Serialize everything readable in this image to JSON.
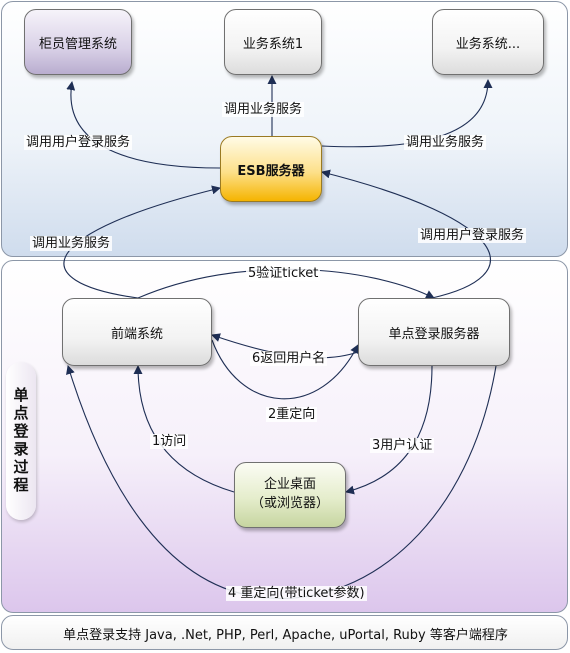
{
  "nodes": {
    "guiyuan": "柜员管理系统",
    "biz1": "业务系统1",
    "biz_more": "业务系统...",
    "esb": "ESB服务器",
    "frontend": "前端系统",
    "sso_server": "单点登录服务器",
    "desktop_line1": "企业桌面",
    "desktop_line2": "（或浏览器）"
  },
  "edges": {
    "call_login_left": "调用用户登录服务",
    "call_biz_center": "调用业务服务",
    "call_biz_right": "调用业务服务",
    "call_biz_frontend": "调用业务服务",
    "call_login_sso": "调用用户登录服务",
    "step5": "5验证ticket",
    "step6": "6返回用户名",
    "step2": "2重定向",
    "step1": "1访问",
    "step3": "3用户认证",
    "step4": "4 重定向(带ticket参数)"
  },
  "section_label": "单点登录过程",
  "footer": "单点登录支持 Java, .Net, PHP, Perl, Apache, uPortal, Ruby 等客户端程序",
  "colors": {
    "arrow": "#1f2f55",
    "esb_fill": "#f5b400",
    "guiyuan_fill": "#b9adcf",
    "desktop_fill": "#c6d5a0"
  }
}
